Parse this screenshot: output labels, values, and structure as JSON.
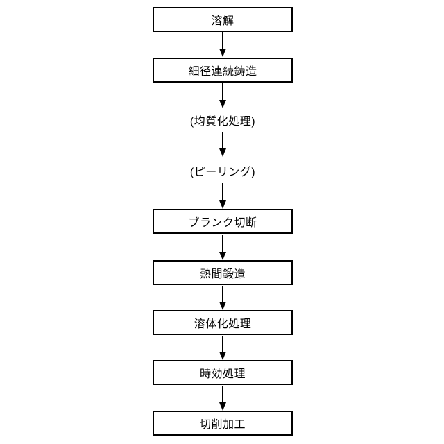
{
  "flowchart": {
    "description": "Manufacturing process flow diagram",
    "colors": {
      "line": "#000000",
      "box_fill": "#ffffff",
      "background": "#ffffff",
      "text": "#000000"
    },
    "steps": [
      {
        "label": "溶解",
        "type": "box"
      },
      {
        "label": "細径連続鋳造",
        "type": "box"
      },
      {
        "label": "(均質化処理)",
        "type": "plain"
      },
      {
        "label": "(ピーリング)",
        "type": "plain"
      },
      {
        "label": "ブランク切断",
        "type": "box"
      },
      {
        "label": "熱間鍛造",
        "type": "box"
      },
      {
        "label": "溶体化処理",
        "type": "box"
      },
      {
        "label": "時効処理",
        "type": "box"
      },
      {
        "label": "切削加工",
        "type": "box"
      }
    ]
  }
}
